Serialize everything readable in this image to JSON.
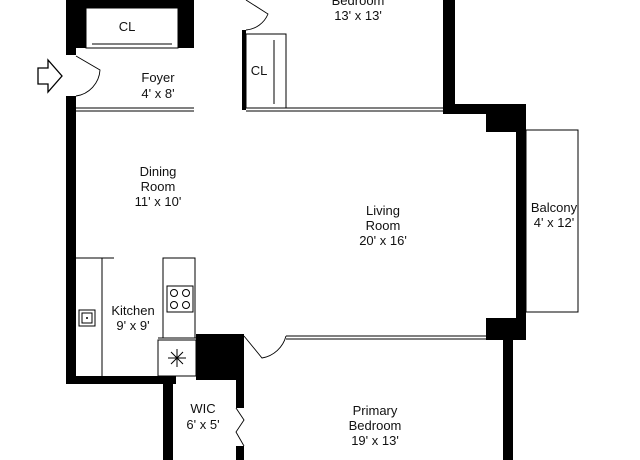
{
  "rooms": {
    "bedroom_top": {
      "name": "Bedroom",
      "size": "13' x 13'"
    },
    "closet_top": {
      "name": "CL"
    },
    "closet_right": {
      "name": "CL"
    },
    "foyer": {
      "name": "Foyer",
      "size": "4' x 8'"
    },
    "dining": {
      "name_line1": "Dining",
      "name_line2": "Room",
      "size": "11' x 10'"
    },
    "living": {
      "name_line1": "Living",
      "name_line2": "Room",
      "size": "20' x 16'"
    },
    "balcony": {
      "name": "Balcony",
      "size": "4' x 12'"
    },
    "kitchen": {
      "name": "Kitchen",
      "size": "9' x 9'"
    },
    "wic": {
      "name": "WIC",
      "size": "6' x 5'"
    },
    "primary": {
      "name_line1": "Primary",
      "name_line2": "Bedroom",
      "size": "19' x 13'"
    }
  },
  "icons": {
    "entry": "entry-arrow-icon",
    "stove": "stove-burners-icon",
    "sink": "sink-icon",
    "fridge": "snowflake-fridge-icon"
  }
}
